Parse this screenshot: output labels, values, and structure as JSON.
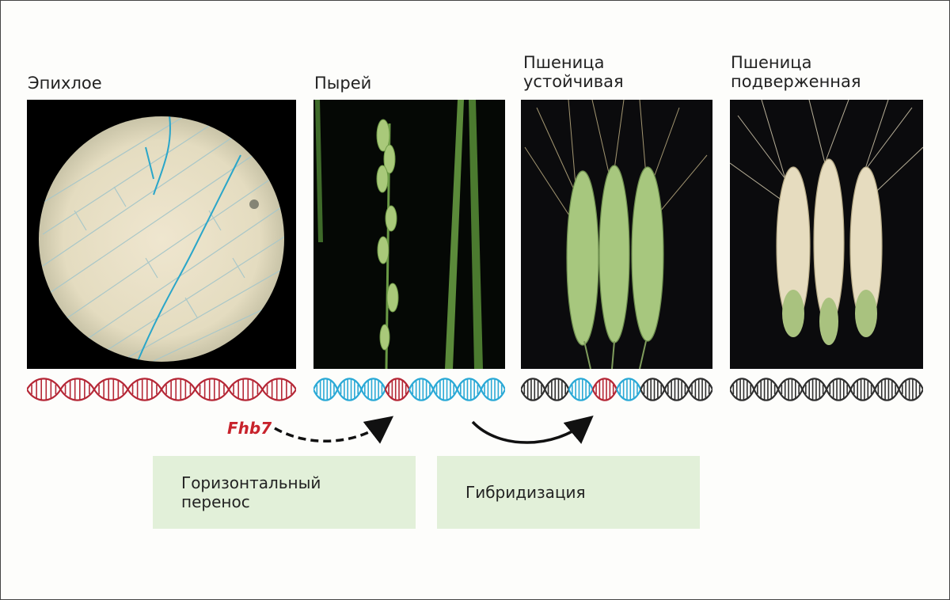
{
  "labels": {
    "epichloe": "Эпихлое",
    "wheatgrass": "Пырей",
    "wheat_resistant_line1": "Пшеница",
    "wheat_resistant_line2": "устойчивая",
    "wheat_susceptible_line1": "Пшеница",
    "wheat_susceptible_line2": "подверженная"
  },
  "gene_label": "Fhb7",
  "process_boxes": {
    "horizontal_line1": "Горизонтальный",
    "horizontal_line2": "перенос",
    "hybridization": "Гибридизация"
  },
  "colors": {
    "dna_red": "#b52736",
    "dna_blue": "#2aa9d6",
    "dna_dark": "#2f2f2f",
    "box_fill": "#e2f0d9",
    "gene_text": "#c8232c"
  },
  "dna_strips": [
    {
      "name": "epichloe-dna",
      "segments": [
        "red",
        "red",
        "red",
        "red",
        "red",
        "red",
        "red",
        "red"
      ]
    },
    {
      "name": "wheatgrass-dna",
      "segments": [
        "blue",
        "blue",
        "blue",
        "red",
        "blue",
        "blue",
        "blue",
        "blue"
      ]
    },
    {
      "name": "resistant-wheat-dna",
      "segments": [
        "dark",
        "dark",
        "blue",
        "red",
        "blue",
        "dark",
        "dark",
        "dark"
      ]
    },
    {
      "name": "susceptible-wheat-dna",
      "segments": [
        "dark",
        "dark",
        "dark",
        "dark",
        "dark",
        "dark",
        "dark",
        "dark"
      ]
    }
  ],
  "icons": [
    "microscope-view-image",
    "wheatgrass-photo",
    "resistant-wheat-photo",
    "susceptible-wheat-photo",
    "dashed-arrow-icon",
    "solid-arrow-icon"
  ]
}
